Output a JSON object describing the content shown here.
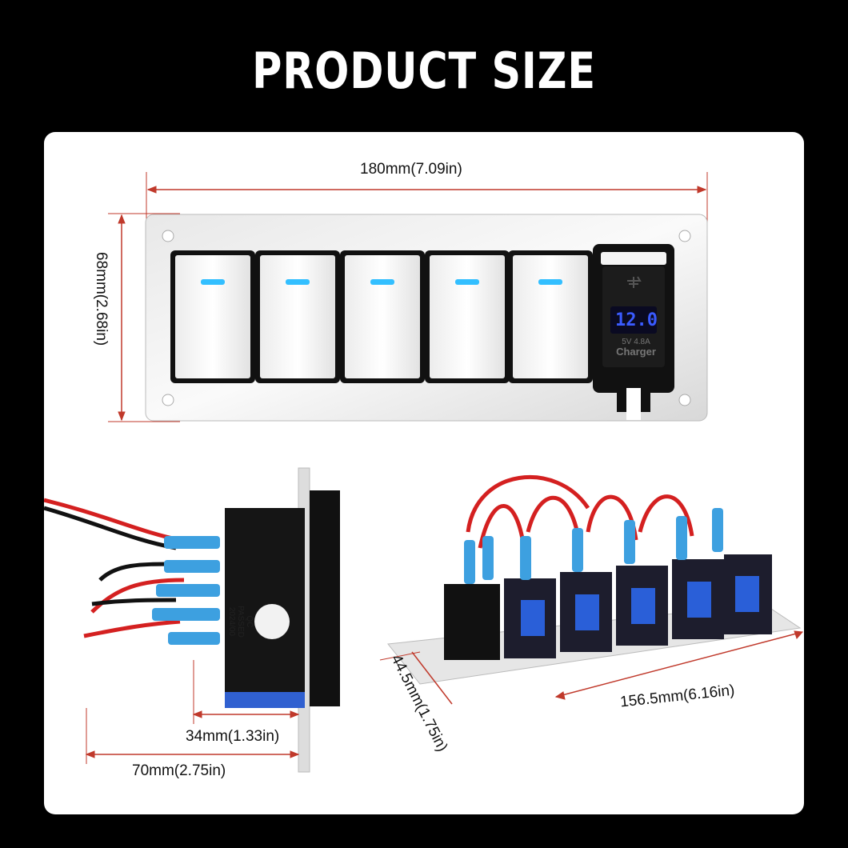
{
  "title": "PRODUCT SIZE",
  "dimensions": {
    "length": "180mm(7.09in)",
    "height": "68mm(2.68in)",
    "depth_body": "34mm(1.33in)",
    "depth_total": "70mm(2.75in)",
    "base_width": "156.5mm(6.16in)",
    "base_depth": "44.5mm(1.75in)"
  },
  "charger": {
    "display": "12.0",
    "rating": "5V 4.8A",
    "label": "Charger"
  },
  "qc_label": {
    "line1": "QC",
    "line2": "PASSED",
    "line3": "2024/00"
  },
  "colors": {
    "dimension_line": "#c0392b",
    "indicator": "#33bfff",
    "wire_red": "#d42020",
    "fuse_blue": "#3da0e0"
  }
}
